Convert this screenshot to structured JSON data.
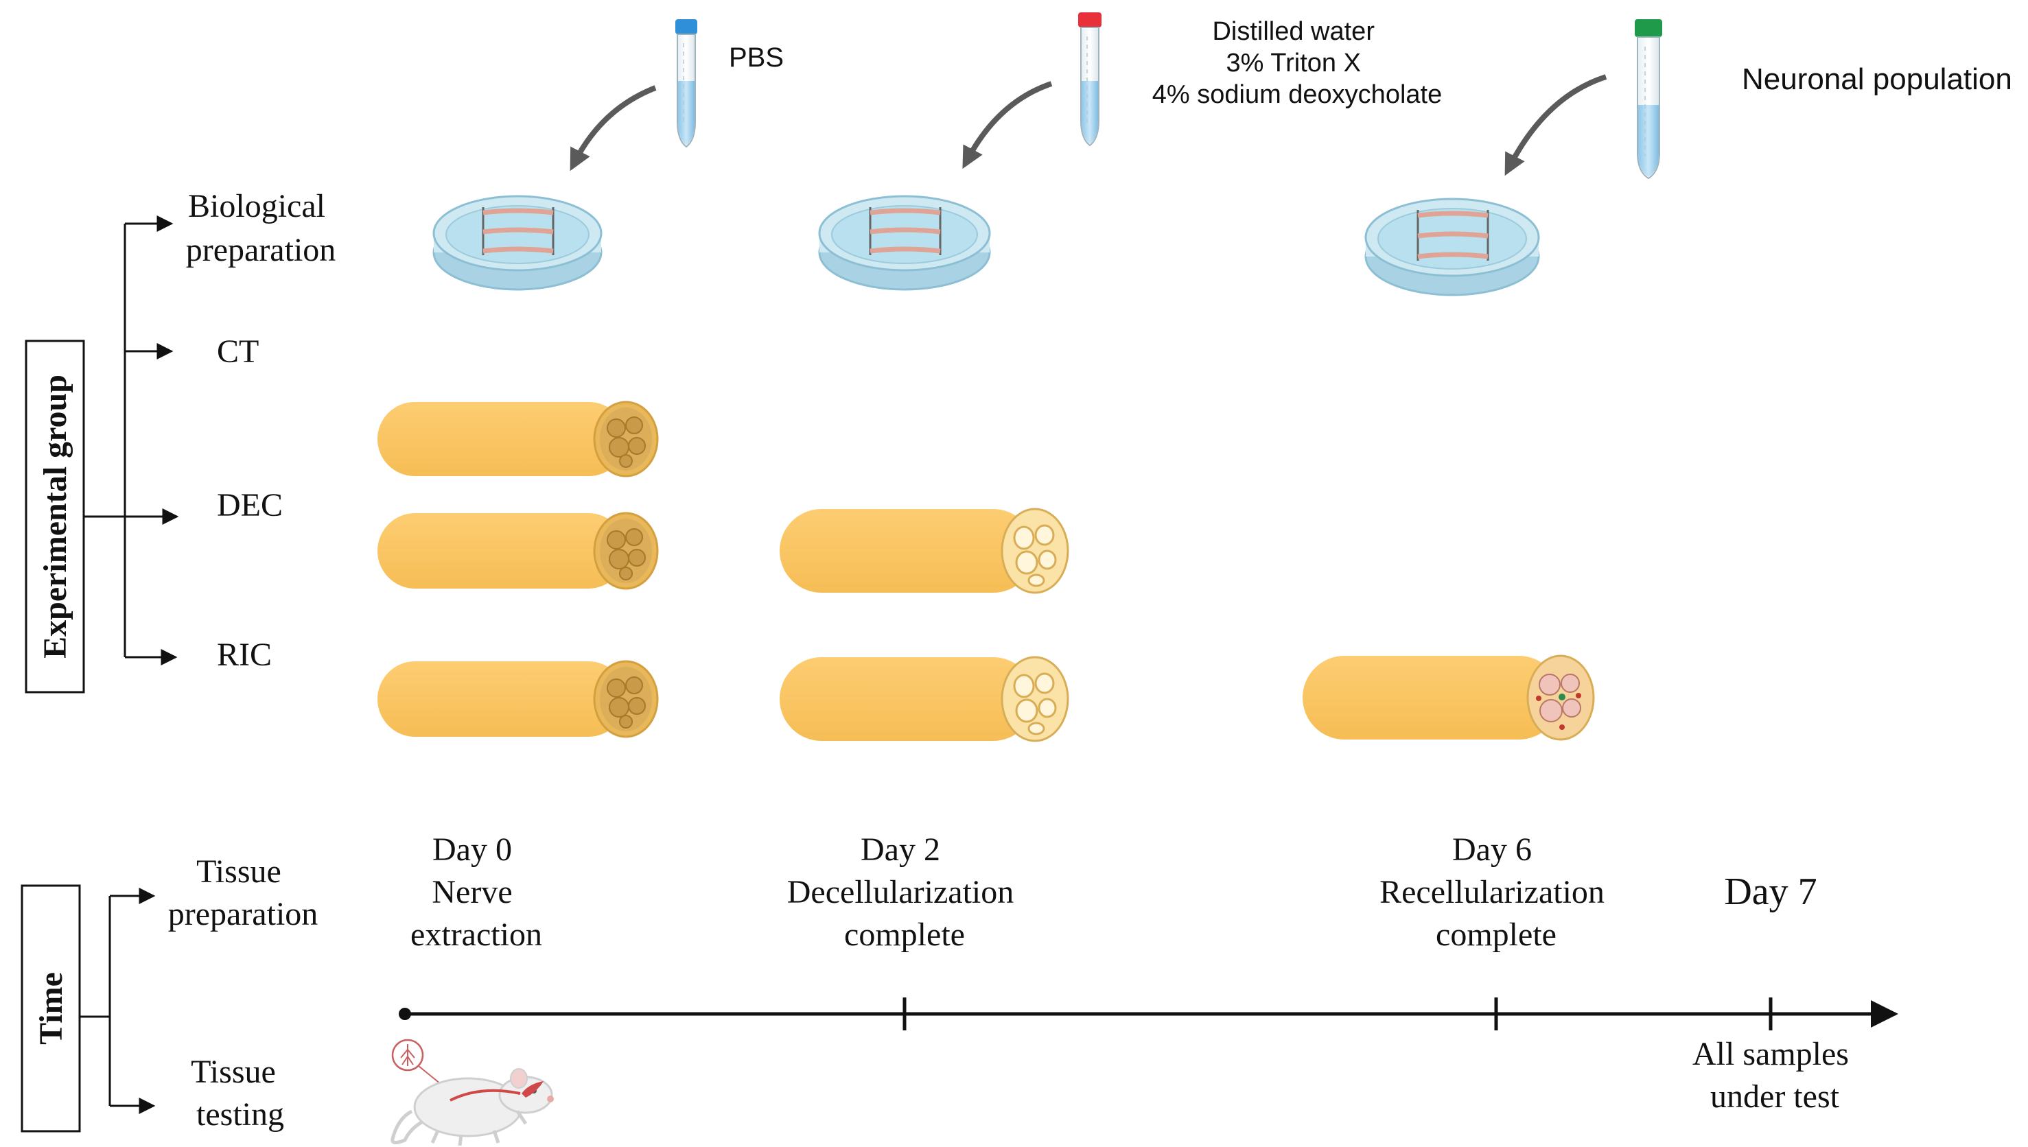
{
  "reagents": {
    "pbs": {
      "lines": [
        "PBS"
      ],
      "cap_color": "#2f8fd8"
    },
    "decell": {
      "lines": [
        "Distilled water",
        "3% Triton X",
        "4% sodium deoxycholate"
      ],
      "cap_color": "#e8303a"
    },
    "recell": {
      "lines": [
        "Neuronal population"
      ],
      "cap_color": "#1f9a4a"
    }
  },
  "experimental_group": {
    "title": "Experimental group",
    "rows": {
      "biological": [
        "Biological",
        "preparation"
      ],
      "ct": "CT",
      "dec": "DEC",
      "ric": "RIC"
    }
  },
  "time_group": {
    "title": "Time",
    "rows": {
      "tissue_preparation": [
        "Tissue",
        "preparation"
      ],
      "tissue_testing": [
        "Tissue",
        "testing"
      ]
    }
  },
  "timeline": {
    "day0": [
      "Day 0",
      "Nerve",
      "extraction"
    ],
    "day2": [
      "Day 2",
      "Decellularization",
      "complete"
    ],
    "day6": [
      "Day 6",
      "Recellularization",
      "complete"
    ],
    "day7": [
      "Day 7"
    ],
    "day7_note": [
      "All samples",
      "under test"
    ]
  },
  "colors": {
    "nerve_body": "#fdc867",
    "nerve_end": "#e8b85a",
    "dish_fill": "#cfe9f3",
    "dish_rim": "#8cbfd4",
    "tissue_strip": "#e0a496",
    "arrow_gray": "#5a5a5a",
    "line": "#111111"
  },
  "icons": [
    "test-tube-icon",
    "petri-dish-icon",
    "nerve-segment-icon",
    "curved-arrow-icon",
    "rat-icon"
  ]
}
